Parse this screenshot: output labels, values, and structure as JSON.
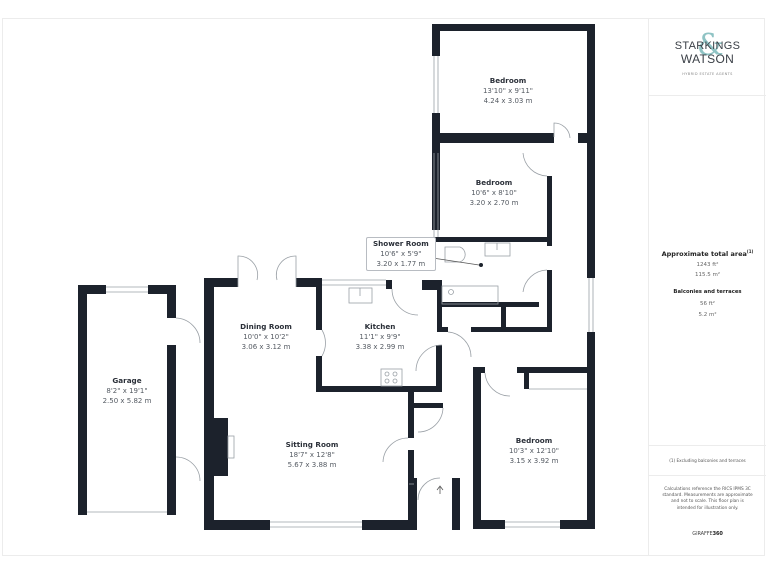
{
  "brand": {
    "name_line1": "STARKINGS",
    "name_line2": "WATSON",
    "ampersand": "&",
    "tagline": "HYBRID ESTATE AGENTS",
    "accent_color": "#8fc3c4"
  },
  "area": {
    "title": "Approximate total area",
    "title_sup": "(1)",
    "sqft": "1243 ft²",
    "sqm": "115.5 m²",
    "balconies_title": "Balconies and terraces",
    "balconies_sqft": "56 ft²",
    "balconies_sqm": "5.2 m²"
  },
  "footnote": "(1) Excluding balconies and terraces",
  "disclaimer": "Calculations reference the RICS IPMS 3C standard. Measurements are approximate and not to scale. This floor plan is intended for illustration only.",
  "credit": {
    "light": "GIRAFFE",
    "bold": "360"
  },
  "rooms": [
    {
      "name": "Bedroom",
      "imperial": "13'10\" x 9'11\"",
      "metric": "4.24 x 3.03 m"
    },
    {
      "name": "Bedroom",
      "imperial": "10'6\" x 8'10\"",
      "metric": "3.20 x 2.70 m"
    },
    {
      "name": "Shower Room",
      "imperial": "10'6\" x 5'9\"",
      "metric": "3.20 x 1.77 m"
    },
    {
      "name": "Dining Room",
      "imperial": "10'0\" x 10'2\"",
      "metric": "3.06 x 3.12 m"
    },
    {
      "name": "Kitchen",
      "imperial": "11'1\" x 9'9\"",
      "metric": "3.38 x 2.99 m"
    },
    {
      "name": "Garage",
      "imperial": "8'2\" x 19'1\"",
      "metric": "2.50 x 5.82 m"
    },
    {
      "name": "Sitting Room",
      "imperial": "18'7\" x 12'8\"",
      "metric": "5.67 x 3.88 m"
    },
    {
      "name": "Bedroom",
      "imperial": "10'3\" x 12'10\"",
      "metric": "3.15 x 3.92 m"
    }
  ],
  "colors": {
    "wall": "#1c222c",
    "fixture": "#9aa0a6"
  }
}
